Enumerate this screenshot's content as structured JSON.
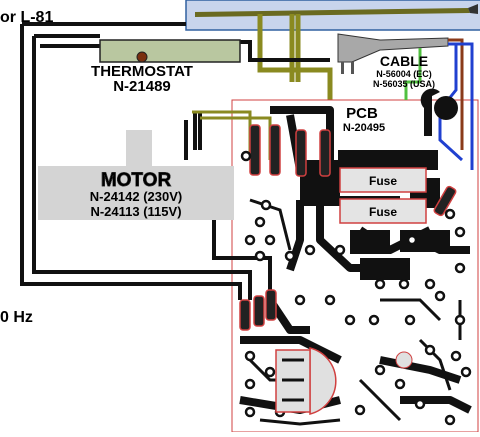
{
  "title_fragment": "or L-81",
  "frequency_fragment": "0 Hz",
  "thermostat": {
    "label": "THERMOSTAT",
    "code": "N-21489"
  },
  "cable": {
    "label": "CABLE",
    "code_ec": "N-56004 (EC)",
    "code_usa": "N-56035 (USA)"
  },
  "pcb": {
    "label": "PCB",
    "code": "N-20495"
  },
  "motor": {
    "label": "MOTOR",
    "code_230": "N-24142 (230V)",
    "code_115": "N-24113 (115V)"
  },
  "fuses": [
    "Fuse",
    "Fuse"
  ],
  "colors": {
    "trace": "#111111",
    "thermostat_body": "#b9c7a0",
    "heater_tube": "#c8d4ec",
    "motor_body": "#d4d4d4",
    "pcb_outline": "#d04040",
    "fuse_body": "#e4e4e4",
    "wire_green": "#50c040",
    "wire_blue": "#2040d0",
    "wire_brown": "#8a3a1a",
    "wire_olive": "#8a8a20"
  }
}
